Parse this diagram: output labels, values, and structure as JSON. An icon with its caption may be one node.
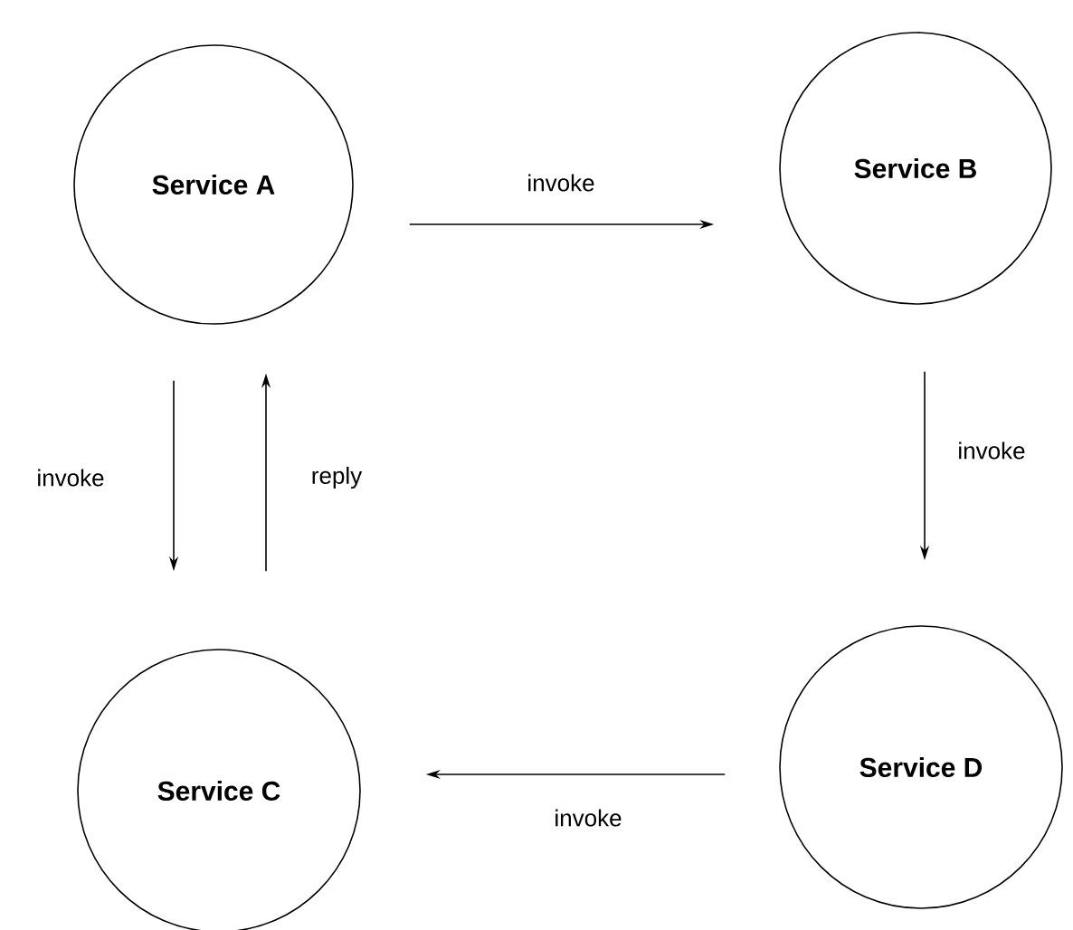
{
  "diagram": {
    "nodes": [
      {
        "text": [
          "Service A"
        ]
      },
      {
        "text": [
          "Service B"
        ]
      },
      {
        "text": [
          "Service C"
        ]
      },
      {
        "text": [
          "Service D"
        ]
      }
    ],
    "edges": [
      {
        "from": 0,
        "to": 1,
        "arrow": "to",
        "label": "invoke"
      },
      {
        "from": 1,
        "to": 3,
        "arrow": "to",
        "label": "invoke"
      },
      {
        "from": 0,
        "to": 2,
        "arrow": "to",
        "label": "invoke"
      },
      {
        "from": 2,
        "to": 0,
        "arrow": "to",
        "label": "reply"
      },
      {
        "from": 3,
        "to": 2,
        "arrow": "to",
        "label": "invoke"
      }
    ]
  }
}
